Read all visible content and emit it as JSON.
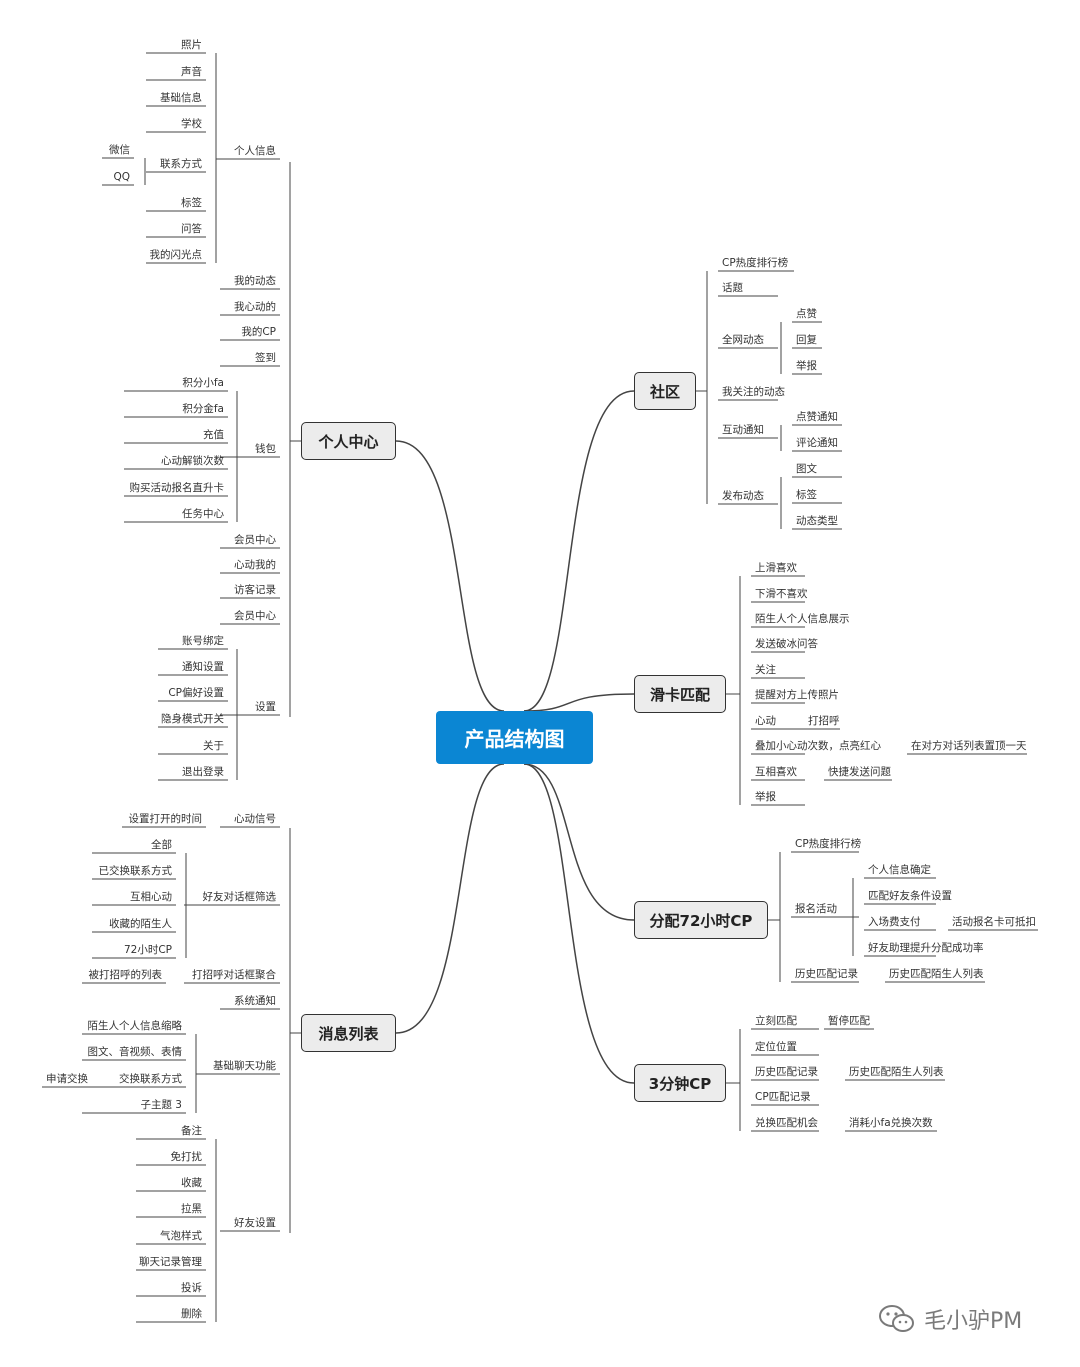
{
  "diagram": {
    "root": "产品结构图",
    "main": [
      {
        "key": "geren",
        "label": "个人中心"
      },
      {
        "key": "xiaoxi",
        "label": "消息列表"
      },
      {
        "key": "shequ",
        "label": "社区"
      },
      {
        "key": "huaka",
        "label": "滑卡匹配"
      },
      {
        "key": "fenpei",
        "label": "分配72小时CP"
      },
      {
        "key": "sanfen",
        "label": "3分钟CP"
      }
    ],
    "geren": {
      "gerenxinxi": "个人信息",
      "gerenxinxi_items": [
        "照片",
        "声音",
        "基础信息",
        "学校",
        "联系方式",
        "标签",
        "问答",
        "我的闪光点"
      ],
      "lianxi_items": [
        "微信",
        "QQ"
      ],
      "children": [
        "我的动态",
        "我心动的",
        "我的CP",
        "签到",
        "钱包",
        "会员中心",
        "心动我的",
        "访客记录",
        "会员中心",
        "设置"
      ],
      "qianbao_items": [
        "积分小fa",
        "积分金fa",
        "充值",
        "心动解锁次数",
        "购买活动报名直升卡",
        "任务中心"
      ],
      "shezhi_items": [
        "账号绑定",
        "通知设置",
        "CP偏好设置",
        "隐身模式开关",
        "关于",
        "退出登录"
      ]
    },
    "xiaoxi": {
      "xindong_xinhao": "心动信号",
      "xindong_child": "设置打开的时间",
      "haoyou_shaixuan": "好友对话框筛选",
      "shaixuan_items": [
        "全部",
        "已交换联系方式",
        "互相心动",
        "收藏的陌生人",
        "72小时CP"
      ],
      "dazhaohu": "打招呼对话框聚合",
      "dazhaohu_child": "被打招呼的列表",
      "xitong": "系统通知",
      "jichu": "基础聊天功能",
      "jichu_items": [
        "陌生人个人信息缩略",
        "图文、音视频、表情",
        "交换联系方式",
        "子主题 3"
      ],
      "jiaohuan_child": "申请交换",
      "haoyou_shezhi": "好友设置",
      "shezhi_items": [
        "备注",
        "免打扰",
        "收藏",
        "拉黑",
        "气泡样式",
        "聊天记录管理",
        "投诉",
        "删除"
      ]
    },
    "shequ": {
      "children": [
        "CP热度排行榜",
        "话题",
        "全网动态",
        "我关注的动态",
        "互动通知",
        "发布动态"
      ],
      "quanwang_items": [
        "点赞",
        "回复",
        "举报"
      ],
      "hudong_items": [
        "点赞通知",
        "评论通知"
      ],
      "fabu_items": [
        "图文",
        "标签",
        "动态类型"
      ]
    },
    "huaka": {
      "children": [
        "上滑喜欢",
        "下滑不喜欢",
        "陌生人个人信息展示",
        "发送破冰问答",
        "关注",
        "提醒对方上传照片",
        "心动",
        "叠加小心动次数，点亮红心",
        "互相喜欢",
        "举报"
      ],
      "xindong_child": "打招呼",
      "diejia_child": "在对方对话列表置顶一天",
      "huxiang_child": "快捷发送问题"
    },
    "fenpei": {
      "children": [
        "CP热度排行榜",
        "报名活动",
        "历史匹配记录"
      ],
      "baoming_items": [
        "个人信息确定",
        "匹配好友条件设置",
        "入场费支付",
        "好友助理提升分配成功率"
      ],
      "ruchang_child": "活动报名卡可抵扣",
      "lishi_child": "历史匹配陌生人列表"
    },
    "sanfen": {
      "children": [
        "立刻匹配",
        "定位位置",
        "历史匹配记录",
        "CP匹配记录",
        "兑换匹配机会"
      ],
      "like_child": "暂停匹配",
      "lishi_child": "历史匹配陌生人列表",
      "duihuan_child": "消耗小fa兑换次数"
    },
    "watermark": "毛小驴PM",
    "colors": {
      "root_bg": "#0b86d3",
      "box_bg": "#ececec",
      "line": "#444444"
    }
  }
}
